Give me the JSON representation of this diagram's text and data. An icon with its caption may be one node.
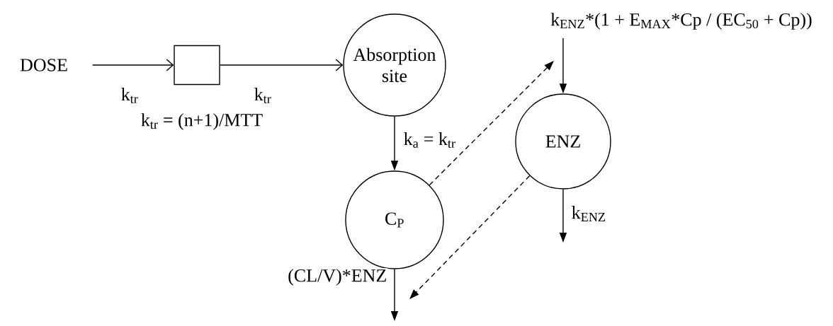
{
  "diagram": {
    "nodes": [
      {
        "text": [
          "DOSE"
        ]
      },
      {
        "text": [],
        "shape": "box"
      },
      {
        "text": [
          "Absorption site"
        ]
      },
      {
        "text": [
          "C$_{P}$"
        ]
      },
      {
        "text": [
          "ENZ"
        ]
      }
    ],
    "edges": [
      {
        "from": 0,
        "to": 1,
        "arrow": "to",
        "label": "k$_{tr}$"
      },
      {
        "from": 1,
        "to": 2,
        "arrow": "to",
        "label": "k$_{tr}$"
      },
      {
        "from": 2,
        "to": 3,
        "arrow": "to",
        "label": "k$_{a}$ = k$_{tr}$"
      },
      {
        "from": null,
        "to": 4,
        "arrow": "to",
        "label": "k$_{ENZ}$*(1 + E$_{MAX}$*Cp / (EC$_{50}$ + Cp))"
      },
      {
        "from": 4,
        "to": null,
        "arrow": "to",
        "label": "k$_{ENZ}$"
      },
      {
        "from": 3,
        "to": null,
        "arrow": "to",
        "label": "(CL/V)*ENZ"
      },
      {
        "from": 3,
        "to": null,
        "arrow": "to",
        "style": "dashed"
      },
      {
        "from": 4,
        "to": null,
        "arrow": "to",
        "style": "dashed"
      }
    ],
    "labels": [
      "k$_{tr}$ = (n+1)/MTT"
    ]
  }
}
